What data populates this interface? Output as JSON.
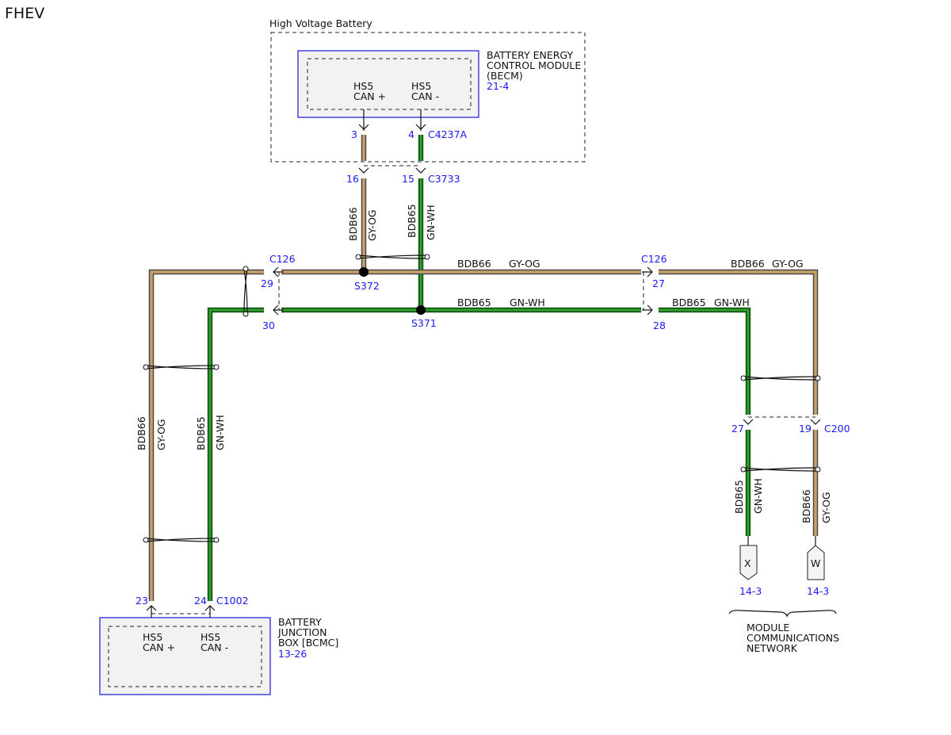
{
  "title": "FHEV",
  "hv_battery": {
    "label": "High Voltage Battery"
  },
  "becm": {
    "name_line1": "BATTERY ENERGY",
    "name_line2": "CONTROL MODULE",
    "name_line3": "(BECM)",
    "ref": "21-4",
    "pin_left_line1": "HS5",
    "pin_left_line2": "CAN +",
    "pin_right_line1": "HS5",
    "pin_right_line2": "CAN -"
  },
  "bjb": {
    "name_line1": "BATTERY",
    "name_line2": "JUNCTION",
    "name_line3": "BOX [BCMC]",
    "ref": "13-26",
    "pin_left_line1": "HS5",
    "pin_left_line2": "CAN +",
    "pin_right_line1": "HS5",
    "pin_right_line2": "CAN -"
  },
  "connectors": {
    "c4237a": {
      "name": "C4237A",
      "pin_plus": "3",
      "pin_minus": "4"
    },
    "c3733": {
      "name": "C3733",
      "pin_plus": "16",
      "pin_minus": "15"
    },
    "c126_left": {
      "name": "C126",
      "pin_gy": "29",
      "pin_gn": "30"
    },
    "c126_right": {
      "name": "C126",
      "pin_gy": "27",
      "pin_gn": "28"
    },
    "c200": {
      "name": "C200",
      "pin_gn": "27",
      "pin_gy": "19"
    },
    "c1002": {
      "name": "C1002",
      "pin_gy": "23",
      "pin_gn": "24"
    }
  },
  "splices": {
    "s372": "S372",
    "s371": "S371"
  },
  "circuits": {
    "gy": {
      "circuit": "BDB66",
      "color": "GY-OG"
    },
    "gn": {
      "circuit": "BDB65",
      "color": "GN-WH"
    }
  },
  "network": {
    "x_label": "X",
    "w_label": "W",
    "x_ref": "14-3",
    "w_ref": "14-3",
    "name_line1": "MODULE",
    "name_line2": "COMMUNICATIONS",
    "name_line3": "NETWORK"
  },
  "colors": {
    "gy_og": "#c8a06a",
    "gn_wh": "#2fa82f",
    "connector_text": "#1a1aff",
    "module_border": "#2828d8"
  }
}
